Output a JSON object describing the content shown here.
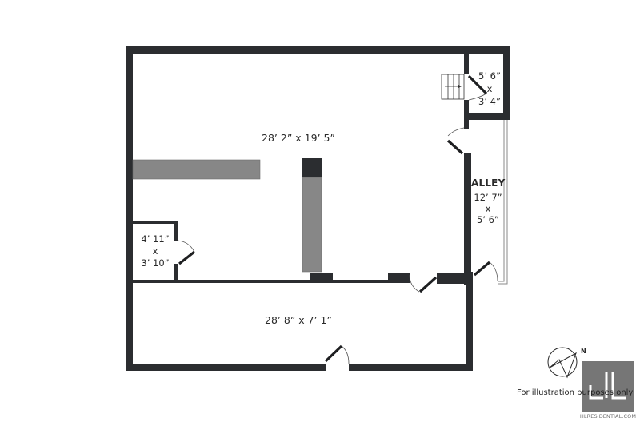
{
  "plan": {
    "wall_color": "#2b2d30",
    "column_fill": "#878787",
    "rooms": [
      {
        "id": "main_room",
        "dimensions": "28’ 2” x 19’ 5”"
      },
      {
        "id": "lower_room",
        "dimensions": "28’ 8” x 7’ 1”"
      },
      {
        "id": "closet",
        "line1": "4’ 11”",
        "line2": "x",
        "line3": "3’ 10”"
      },
      {
        "id": "stair_room",
        "line1": "5’ 6”",
        "line2": "x",
        "line3": "3’ 4”"
      },
      {
        "id": "alley",
        "title": "ALLEY",
        "line1": "12’ 7”",
        "line2": "x",
        "line3": "5’ 6”"
      }
    ]
  },
  "compass": {
    "label": "N"
  },
  "footer": {
    "disclaimer": "For illustration purposes only",
    "logo_text": "HL",
    "website": "HLRESIDENTIAL.COM",
    "logo_color": "#767676"
  }
}
